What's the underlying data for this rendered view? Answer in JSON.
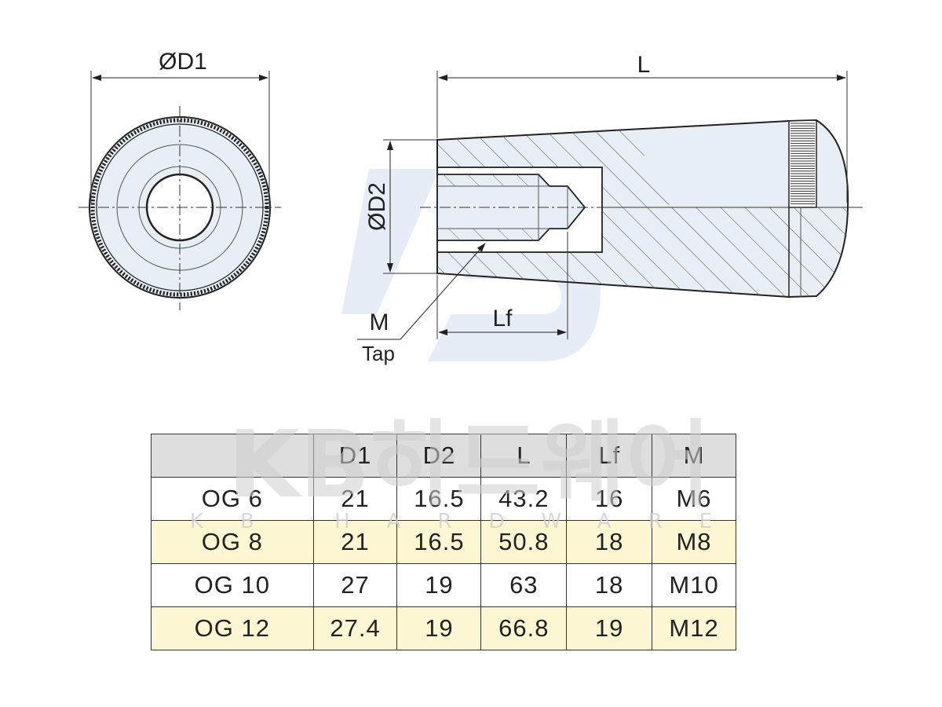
{
  "labels": {
    "d1": "ØD1",
    "d2": "ØD2",
    "l": "L",
    "lf": "Lf",
    "m": "M",
    "tap": "Tap"
  },
  "watermark": {
    "main": "KB하드웨어",
    "sub": "KB HARDWARE"
  },
  "colors": {
    "line": "#222222",
    "body_fill": "#e8eef5",
    "header_bg": "#dedede",
    "alt_row_bg": "#fcf7d2",
    "watermark_logo": "#d3dff0"
  },
  "table": {
    "headers": [
      "",
      "D1",
      "D2",
      "L",
      "Lf",
      "M"
    ],
    "rows": [
      [
        "OG 6",
        "21",
        "16.5",
        "43.2",
        "16",
        "M6"
      ],
      [
        "OG 8",
        "21",
        "16.5",
        "50.8",
        "18",
        "M8"
      ],
      [
        "OG 10",
        "27",
        "19",
        "63",
        "18",
        "M10"
      ],
      [
        "OG 12",
        "27.4",
        "19",
        "66.8",
        "19",
        "M12"
      ]
    ]
  }
}
